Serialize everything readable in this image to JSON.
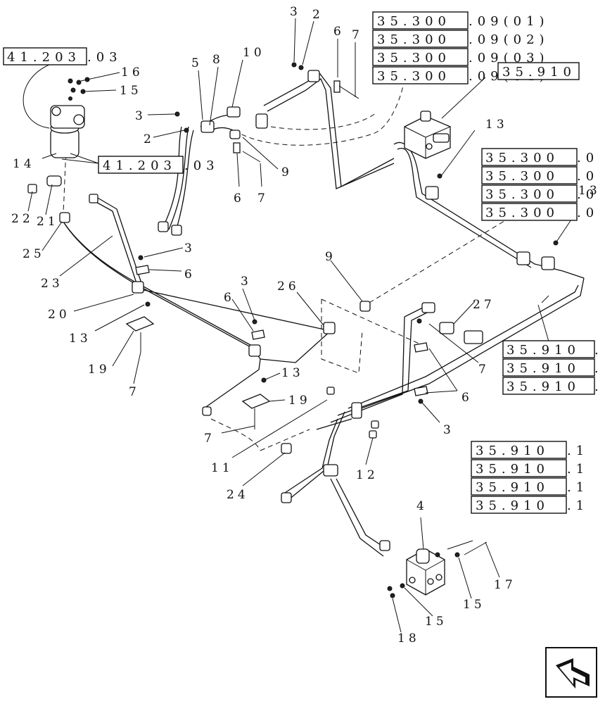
{
  "callouts": [
    {
      "id": "c1",
      "text": "3"
    },
    {
      "id": "c2",
      "text": "2"
    },
    {
      "id": "c3",
      "text": "6"
    },
    {
      "id": "c4",
      "text": "7"
    },
    {
      "id": "c5",
      "text": "5"
    },
    {
      "id": "c6",
      "text": "8"
    },
    {
      "id": "c7",
      "text": "10"
    },
    {
      "id": "c8",
      "text": "16"
    },
    {
      "id": "c9",
      "text": "15"
    },
    {
      "id": "c10",
      "text": "3"
    },
    {
      "id": "c11",
      "text": "2"
    },
    {
      "id": "c12",
      "text": "9"
    },
    {
      "id": "c13",
      "text": "6"
    },
    {
      "id": "c14",
      "text": "7"
    },
    {
      "id": "c15",
      "text": "14"
    },
    {
      "id": "c16",
      "text": "22"
    },
    {
      "id": "c17",
      "text": "21"
    },
    {
      "id": "c18",
      "text": "25"
    },
    {
      "id": "c19",
      "text": "23"
    },
    {
      "id": "c20",
      "text": "3"
    },
    {
      "id": "c21",
      "text": "6"
    },
    {
      "id": "c22",
      "text": "20"
    },
    {
      "id": "c23",
      "text": "13"
    },
    {
      "id": "c24",
      "text": "19"
    },
    {
      "id": "c25",
      "text": "7"
    },
    {
      "id": "c26",
      "text": "3"
    },
    {
      "id": "c27",
      "text": "6"
    },
    {
      "id": "c28",
      "text": "26"
    },
    {
      "id": "c29",
      "text": "9"
    },
    {
      "id": "c30",
      "text": "13"
    },
    {
      "id": "c31",
      "text": "27"
    },
    {
      "id": "c32",
      "text": "7"
    },
    {
      "id": "c33",
      "text": "6"
    },
    {
      "id": "c34",
      "text": "3"
    },
    {
      "id": "c35",
      "text": "13"
    },
    {
      "id": "c36",
      "text": "19"
    },
    {
      "id": "c37",
      "text": "7"
    },
    {
      "id": "c38",
      "text": "11"
    },
    {
      "id": "c39",
      "text": "24"
    },
    {
      "id": "c40",
      "text": "12"
    },
    {
      "id": "c41",
      "text": "4"
    },
    {
      "id": "c42",
      "text": "15"
    },
    {
      "id": "c43",
      "text": "17"
    },
    {
      "id": "c44",
      "text": "15"
    },
    {
      "id": "c45",
      "text": "18"
    },
    {
      "id": "c46",
      "text": "13"
    }
  ],
  "references": [
    {
      "id": "r1",
      "boxed": "35.300",
      "rest": ".09(01)"
    },
    {
      "id": "r2",
      "boxed": "35.300",
      "rest": ".09(02)"
    },
    {
      "id": "r3",
      "boxed": "35.300",
      "rest": ".09(03)"
    },
    {
      "id": "r4",
      "boxed": "35.300",
      "rest": ".09(04)"
    },
    {
      "id": "r5",
      "boxed": "35.910",
      "rest": ""
    },
    {
      "id": "r6",
      "boxed": "41.203",
      "rest": ".03"
    },
    {
      "id": "r7",
      "boxed": "41.203",
      "rest": ".03"
    },
    {
      "id": "r8",
      "boxed": "35.300",
      "rest": ".0"
    },
    {
      "id": "r9",
      "boxed": "35.300",
      "rest": ".0"
    },
    {
      "id": "r10",
      "boxed": "35.300",
      "rest": ".0"
    },
    {
      "id": "r11",
      "boxed": "35.300",
      "rest": ".0"
    },
    {
      "id": "r12",
      "boxed": "35.910",
      "rest": "."
    },
    {
      "id": "r13",
      "boxed": "35.910",
      "rest": "."
    },
    {
      "id": "r14",
      "boxed": "35.910",
      "rest": "."
    },
    {
      "id": "r15",
      "boxed": "35.910",
      "rest": ".1"
    },
    {
      "id": "r16",
      "boxed": "35.910",
      "rest": ".1"
    },
    {
      "id": "r17",
      "boxed": "35.910",
      "rest": ".1"
    },
    {
      "id": "r18",
      "boxed": "35.910",
      "rest": ".1"
    }
  ],
  "nav": {
    "icon": "next-page-arrow-icon"
  }
}
